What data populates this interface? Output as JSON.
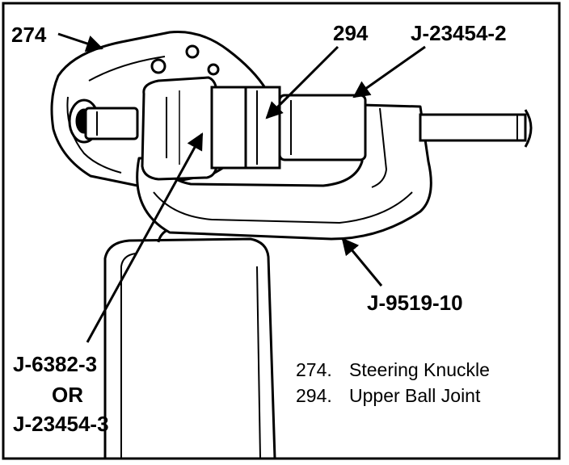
{
  "figure": {
    "callouts": {
      "part_274": "274",
      "part_294": "294",
      "tool_j23454_2": "J-23454-2",
      "tool_j9519_10": "J-9519-10",
      "tool_j6382_3": "J-6382-3",
      "or_text": "OR",
      "tool_j23454_3": "J-23454-3"
    },
    "legend": [
      {
        "number": "274.",
        "label": "Steering Knuckle"
      },
      {
        "number": "294.",
        "label": "Upper Ball Joint"
      }
    ]
  }
}
